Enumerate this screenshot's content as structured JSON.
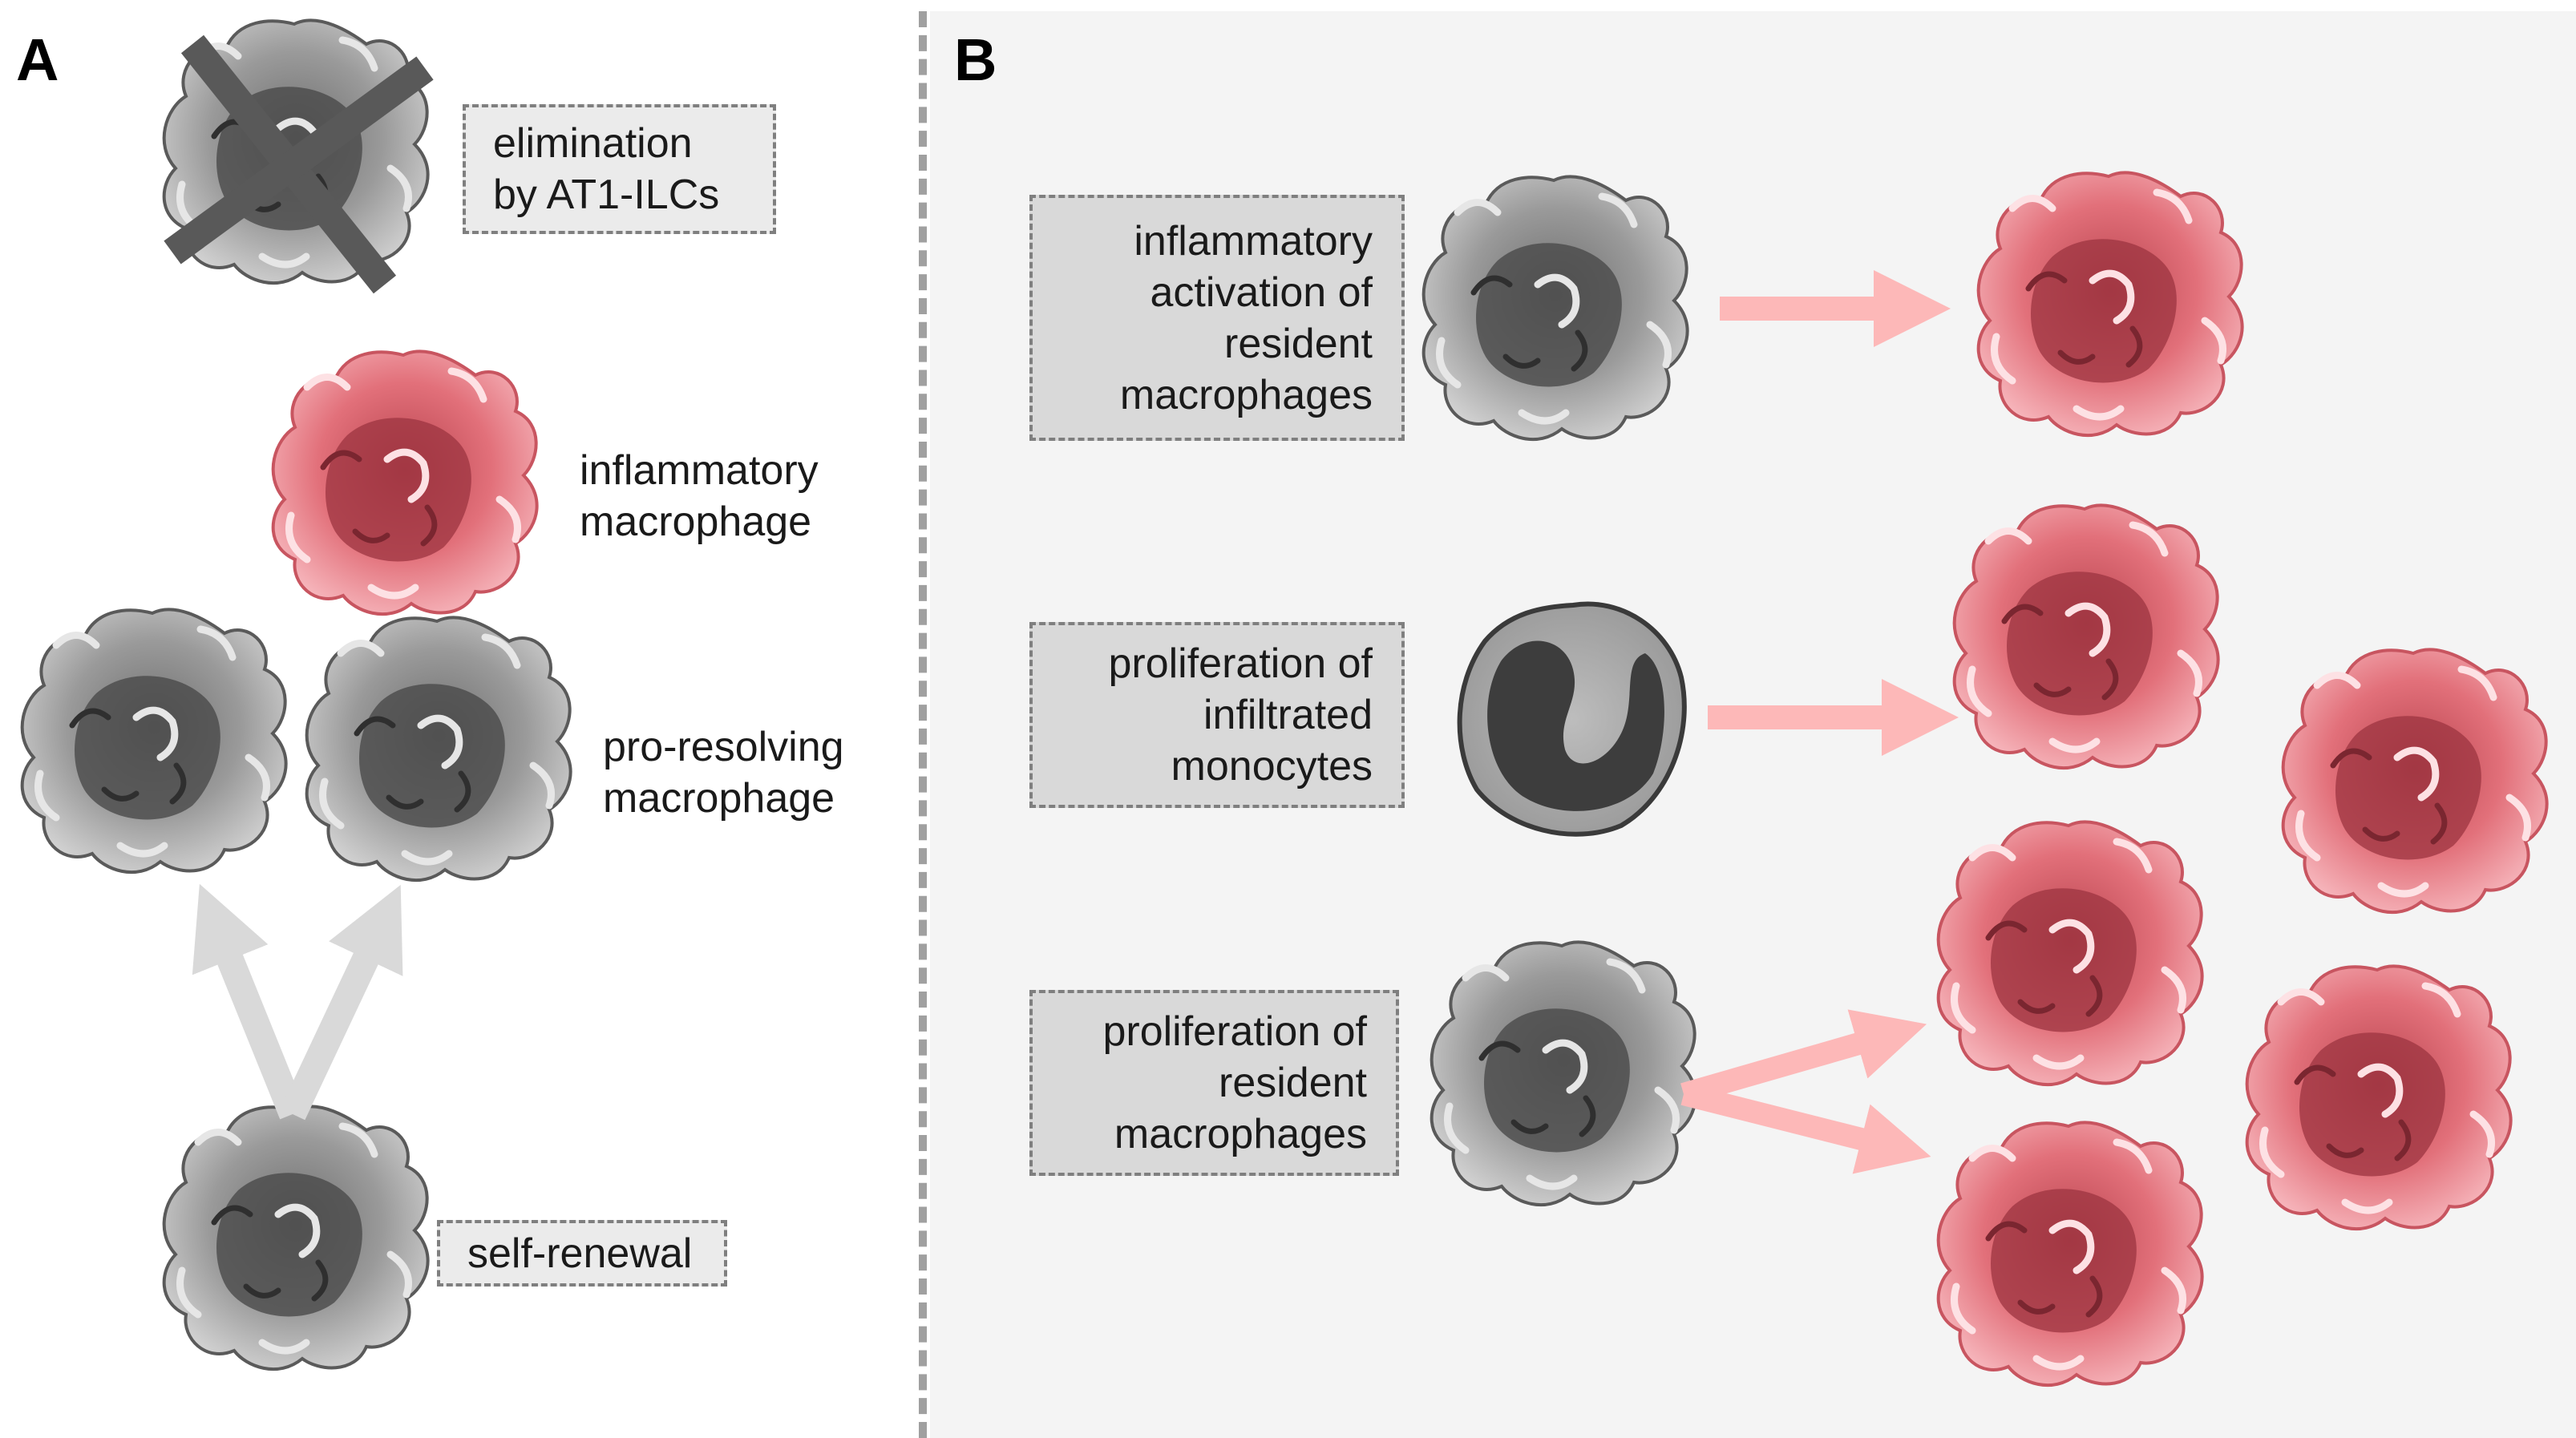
{
  "panel_a": {
    "letter": "A",
    "elimination_box": "elimination\nby AT1-ILCs",
    "inflammatory_label": "inflammatory\nmacrophage",
    "pro_resolving_label": "pro-resolving\nmacrophage",
    "self_renewal_box": "self-renewal"
  },
  "panel_b": {
    "letter": "B",
    "activation_box": "inflammatory\nactivation of\nresident\nmacrophages",
    "monocytes_box": "proliferation of\ninfiltrated\nmonocytes",
    "resident_box": "proliferation of\nresident\nmacrophages"
  },
  "colors": {
    "gray_cell": "#8c8c8c",
    "red_cell": "#e8707a",
    "pink_arrow": "#fdb8b8",
    "gray_arrow": "#d9d9d9",
    "cross": "#595959"
  }
}
